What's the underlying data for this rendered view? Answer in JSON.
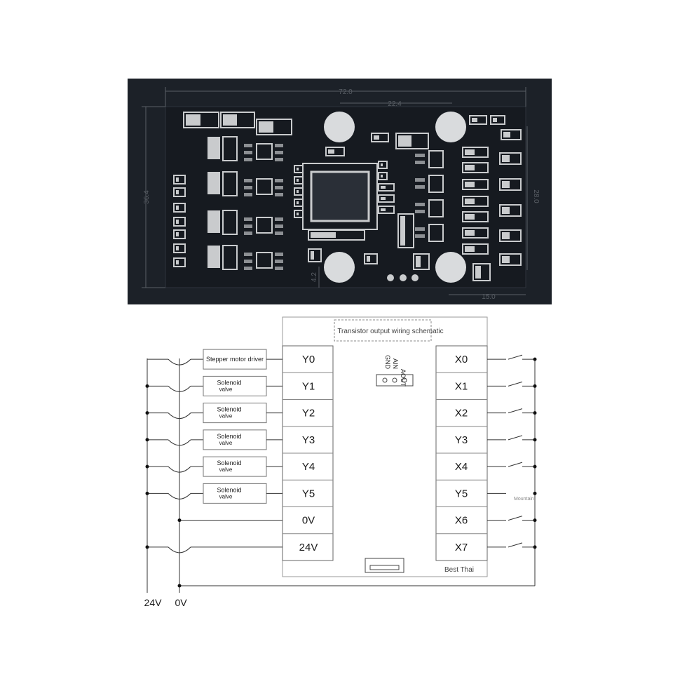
{
  "pcb": {
    "dimensions": {
      "width_total": "72.0",
      "top_spacing": "22.4",
      "height_total": "36.4",
      "right_height": "28.0",
      "bottom_right": "15.0",
      "hole_offset": "4.2"
    }
  },
  "schematic": {
    "title": "Transistor output wiring schematic",
    "left_terminals": [
      "Y0",
      "Y1",
      "Y2",
      "Y3",
      "Y4",
      "Y5",
      "0V",
      "24V"
    ],
    "right_terminals": [
      "X0",
      "X1",
      "X2",
      "Y3",
      "X4",
      "Y5",
      "X6",
      "X7"
    ],
    "loads": [
      {
        "line1": "Stepper motor driver",
        "line2": ""
      },
      {
        "line1": "Solenoid",
        "line2": "valve"
      },
      {
        "line1": "Solenoid",
        "line2": "valve"
      },
      {
        "line1": "Solenoid",
        "line2": "valve"
      },
      {
        "line1": "Solenoid",
        "line2": "valve"
      },
      {
        "line1": "Solenoid",
        "line2": "valve"
      }
    ],
    "analog_pins": [
      "AOUT",
      "AIN",
      "GND"
    ],
    "brand": "Best Thai",
    "switch_note": "Mountain",
    "supply_24v": "24V",
    "supply_0v": "0V"
  },
  "colors": {
    "pcb_background": "#1c2128",
    "pcb_component": "#c9cbcd",
    "line": "#333333"
  }
}
